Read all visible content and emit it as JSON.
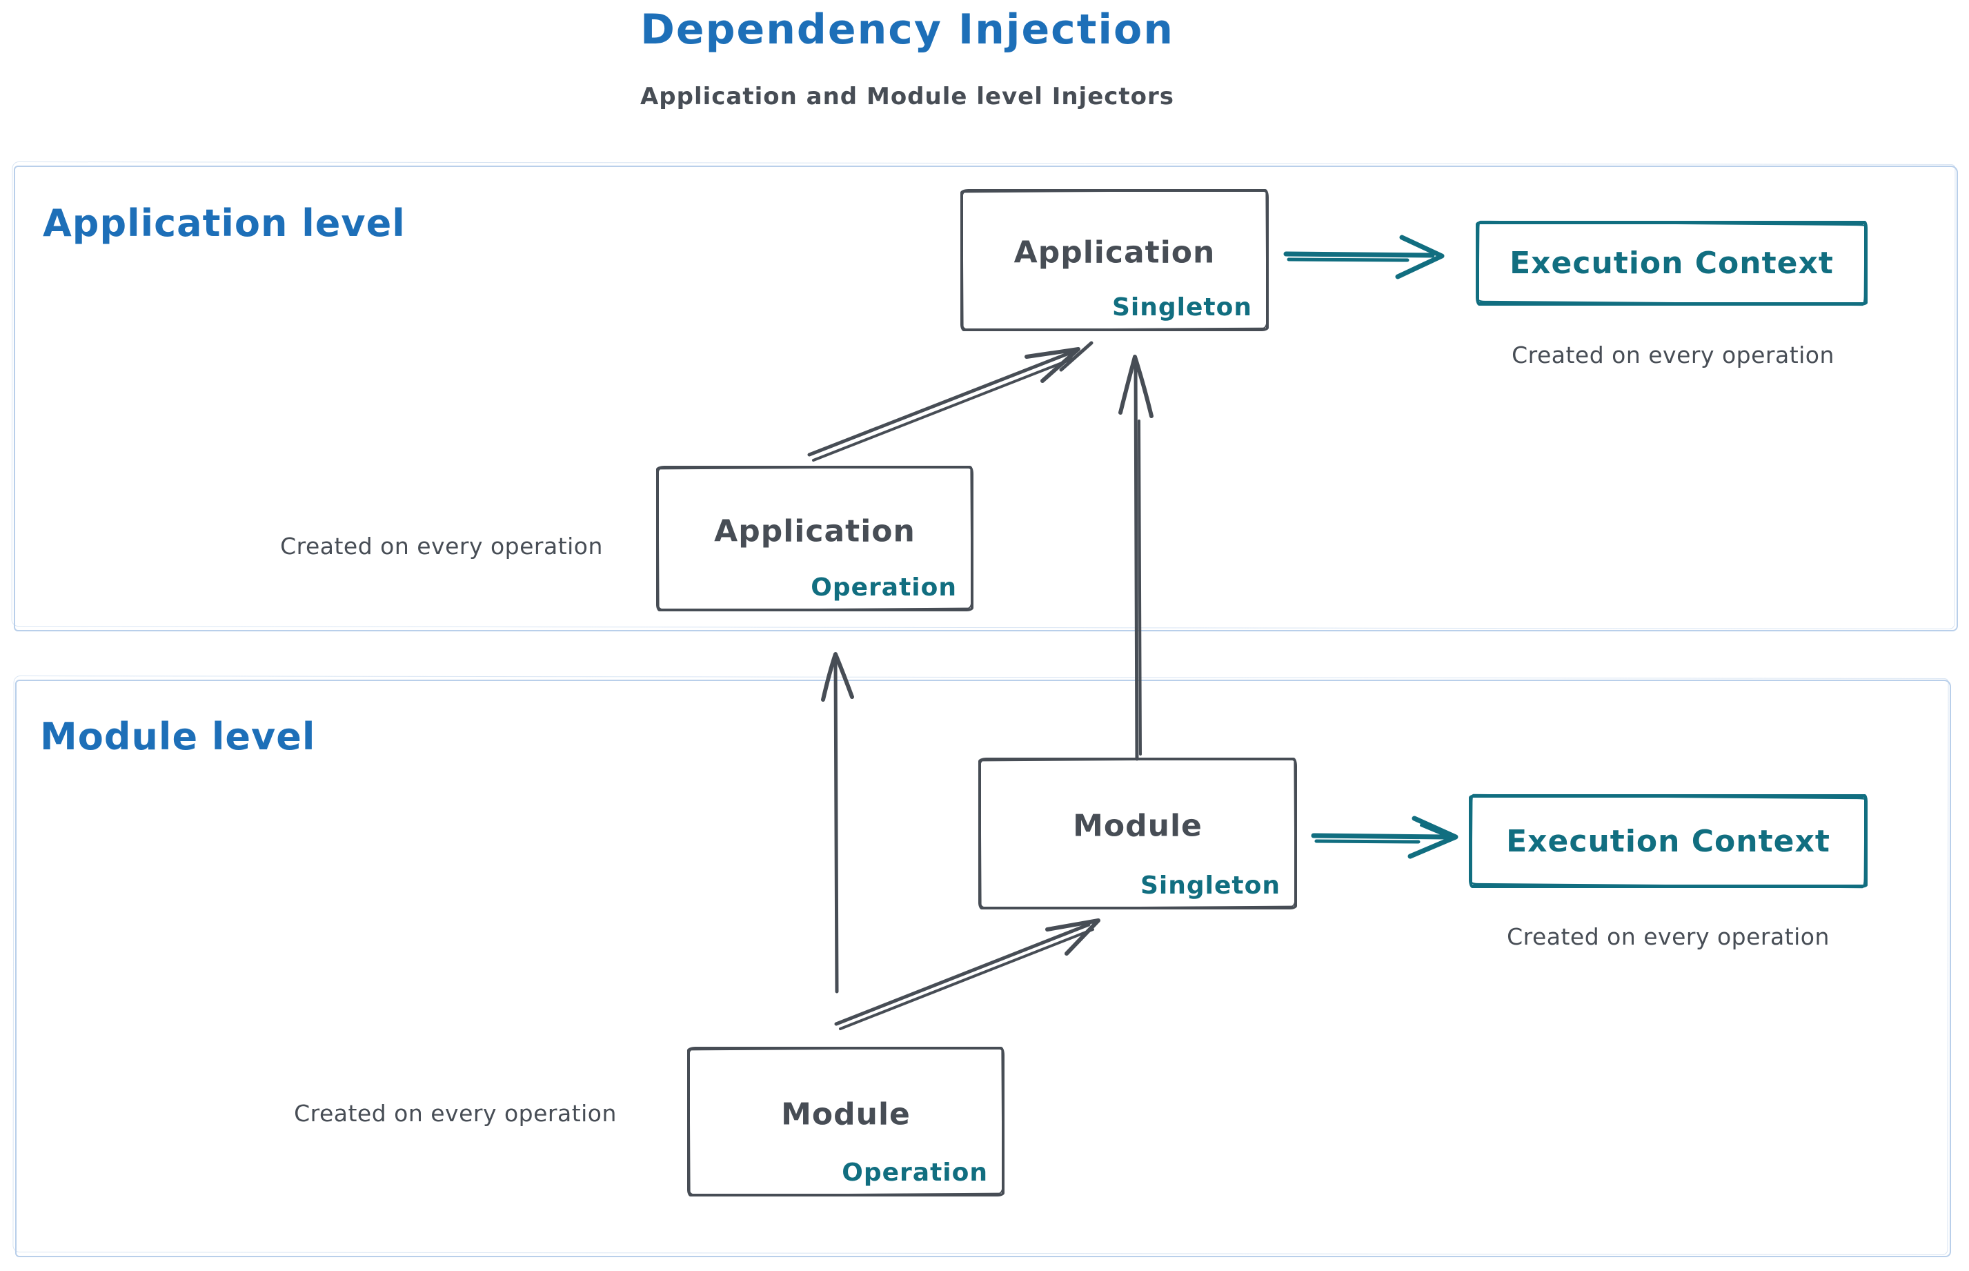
{
  "title": {
    "main": "Dependency Injection",
    "subtitle": "Application and Module level Injectors"
  },
  "theme": {
    "blue": "#1d6fb8",
    "ink": "#474d55",
    "teal": "#116e80",
    "border": "#b9cfea",
    "bg": "#ffffff"
  },
  "sections": {
    "application": {
      "label": "Application level",
      "singleton_box": {
        "title": "Application",
        "tag": "Singleton"
      },
      "operation_box": {
        "title": "Application",
        "tag": "Operation"
      },
      "operation_caption": "Created on every operation",
      "execution_context": {
        "label": "Execution Context",
        "caption": "Created on every operation"
      }
    },
    "module": {
      "label": "Module level",
      "singleton_box": {
        "title": "Module",
        "tag": "Singleton"
      },
      "operation_box": {
        "title": "Module",
        "tag": "Operation"
      },
      "operation_caption": "Created on every operation",
      "execution_context": {
        "label": "Execution Context",
        "caption": "Created on every operation"
      }
    }
  },
  "arrows": [
    {
      "name": "app-singleton-to-execution-context",
      "color": "teal"
    },
    {
      "name": "app-operation-to-app-singleton",
      "color": "ink"
    },
    {
      "name": "module-singleton-to-app-singleton",
      "color": "ink"
    },
    {
      "name": "module-operation-to-app-operation",
      "color": "ink"
    },
    {
      "name": "module-operation-to-module-singleton",
      "color": "ink"
    },
    {
      "name": "module-singleton-to-execution-context",
      "color": "teal"
    }
  ]
}
